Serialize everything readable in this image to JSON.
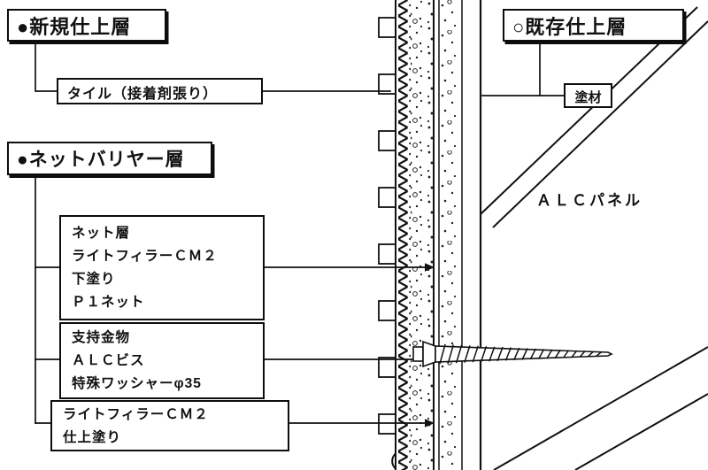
{
  "new_finish": {
    "title": "●新規仕上層",
    "tile": "タイル（接着剤張り）"
  },
  "existing_finish": {
    "title": "○既存仕上層",
    "coating": "塗材",
    "alc_panel": "ＡＬＣパネル"
  },
  "net_barrier": {
    "title": "●ネットバリヤー層",
    "net_layer": {
      "lines": [
        "ネット層",
        "ライトフィラーＣＭ２",
        "下塗り",
        "Ｐ１ネット"
      ]
    },
    "support": {
      "lines": [
        "支持金物",
        "ＡＬＣビス",
        "特殊ワッシャーφ35"
      ]
    },
    "finish_coat": {
      "lines": [
        "ライトフィラーＣＭ２",
        "仕上塗り"
      ]
    }
  },
  "partial_caption": "（",
  "colors": {
    "line": "#111111",
    "background": "#ffffff"
  }
}
